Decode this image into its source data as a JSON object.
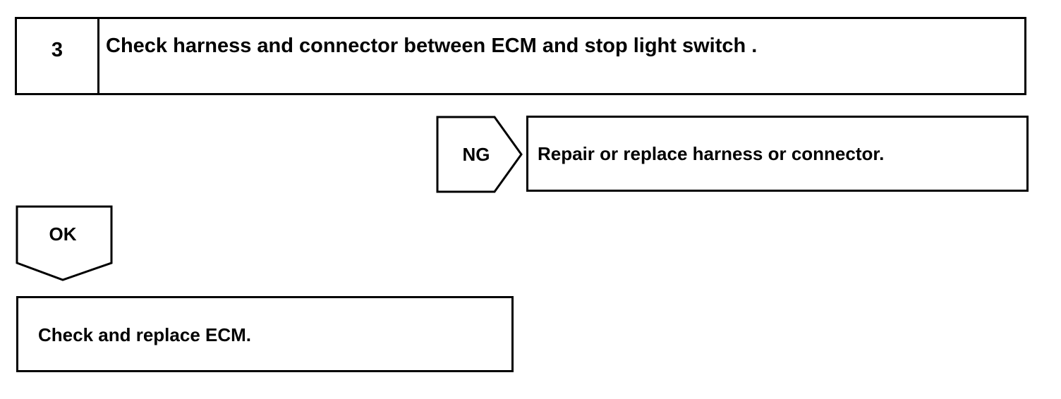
{
  "step": {
    "number": "3",
    "title": "Check harness and connector between ECM and stop light switch ."
  },
  "ng_branch": {
    "label": "NG",
    "action": "Repair or replace harness or connector."
  },
  "ok_branch": {
    "label": "OK",
    "action": "Check and replace ECM."
  }
}
